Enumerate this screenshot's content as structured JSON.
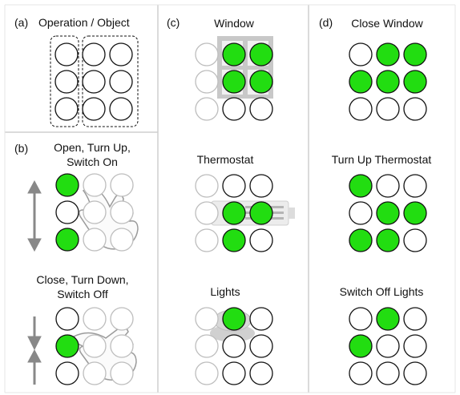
{
  "colors": {
    "on": "#22dd11",
    "off": "#ffffff",
    "stroke": "#111111",
    "faint": "#bdbdbd",
    "border": "#cfcfcf"
  },
  "panel_a": {
    "label": "(a)",
    "title": "Operation / Object",
    "grid": [
      [
        0,
        0,
        0
      ],
      [
        0,
        0,
        0
      ],
      [
        0,
        0,
        0
      ]
    ]
  },
  "panel_b": {
    "label": "(b)",
    "gesture_up": {
      "lines": [
        "Open, Turn Up,",
        "Switch On"
      ],
      "grid": [
        [
          1,
          0,
          0
        ],
        [
          0,
          0,
          0
        ],
        [
          1,
          0,
          0
        ]
      ],
      "icon": "swipe-up-hand-icon"
    },
    "gesture_down": {
      "lines": [
        "Close, Turn Down,",
        "Switch Off"
      ],
      "grid": [
        [
          0,
          0,
          0
        ],
        [
          1,
          0,
          0
        ],
        [
          0,
          0,
          0
        ]
      ],
      "icon": "pinch-hand-icon"
    }
  },
  "panel_c": {
    "label": "(c)",
    "objects": [
      {
        "title": "Window",
        "grid": [
          [
            0,
            1,
            1
          ],
          [
            0,
            1,
            1
          ],
          [
            0,
            0,
            0
          ]
        ],
        "icon": "window-icon"
      },
      {
        "title": "Thermostat",
        "grid": [
          [
            0,
            0,
            0
          ],
          [
            0,
            1,
            1
          ],
          [
            0,
            1,
            0
          ]
        ],
        "icon": "thermostat-icon"
      },
      {
        "title": "Lights",
        "grid": [
          [
            0,
            1,
            0
          ],
          [
            0,
            0,
            0
          ],
          [
            0,
            0,
            0
          ]
        ],
        "icon": "lamp-icon"
      }
    ]
  },
  "panel_d": {
    "label": "(d)",
    "commands": [
      {
        "title": "Close Window",
        "grid": [
          [
            0,
            1,
            1
          ],
          [
            1,
            1,
            1
          ],
          [
            0,
            0,
            0
          ]
        ]
      },
      {
        "title": "Turn Up Thermostat",
        "grid": [
          [
            1,
            0,
            0
          ],
          [
            0,
            1,
            1
          ],
          [
            1,
            1,
            0
          ]
        ]
      },
      {
        "title": "Switch Off Lights",
        "grid": [
          [
            0,
            1,
            0
          ],
          [
            1,
            0,
            0
          ],
          [
            0,
            0,
            0
          ]
        ]
      }
    ]
  }
}
